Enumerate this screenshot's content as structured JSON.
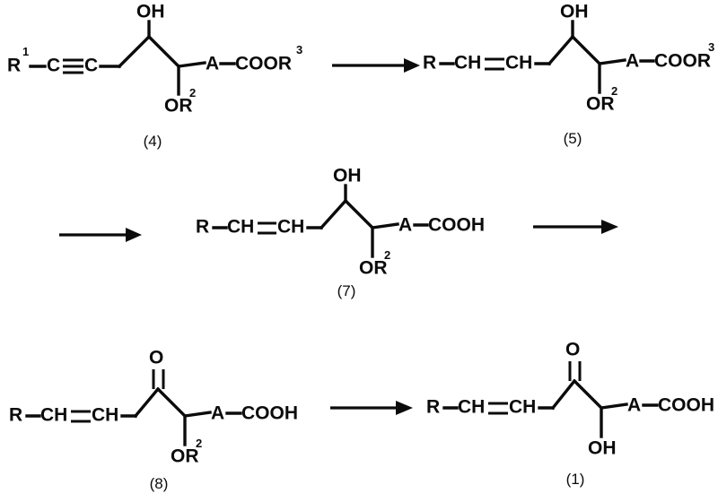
{
  "document": {
    "title": "Reaction scheme: synthesis from compound (4) to compound (1)",
    "background_color": "#ffffff",
    "ink_color": "#0b0b0b"
  },
  "chart_data": {
    "type": "diagram",
    "title": "Chemical reaction scheme",
    "subtype": "organic synthesis flow scheme",
    "rows": 3,
    "structures": [
      {
        "id": "compound-4",
        "label": "(4)",
        "row": 1,
        "position": "left",
        "left_group": "R1",
        "left_group_text": "R",
        "left_group_superscript": "1",
        "chain": [
          "C",
          "C"
        ],
        "chain_bond": "triple",
        "substituents": {
          "top": "OH",
          "bottom": "OR2",
          "bottom_text": "OR",
          "bottom_superscript": "2",
          "right_link": "A",
          "right_terminal": "COOR3",
          "right_terminal_text": "COOR",
          "right_terminal_superscript": "3"
        }
      },
      {
        "id": "compound-5",
        "label": "(5)",
        "row": 1,
        "position": "right",
        "left_group": "R",
        "left_group_text": "R",
        "left_group_superscript": "",
        "chain": [
          "CH",
          "CH"
        ],
        "chain_bond": "double",
        "substituents": {
          "top": "OH",
          "bottom": "OR2",
          "bottom_text": "OR",
          "bottom_superscript": "2",
          "right_link": "A",
          "right_terminal": "COOR3",
          "right_terminal_text": "COOR",
          "right_terminal_superscript": "3"
        }
      },
      {
        "id": "compound-7",
        "label": "(7)",
        "row": 2,
        "position": "center",
        "left_group": "R",
        "left_group_text": "R",
        "left_group_superscript": "",
        "chain": [
          "CH",
          "CH"
        ],
        "chain_bond": "double",
        "substituents": {
          "top": "OH",
          "bottom": "OR2",
          "bottom_text": "OR",
          "bottom_superscript": "2",
          "right_link": "A",
          "right_terminal": "COOH",
          "right_terminal_text": "COOH",
          "right_terminal_superscript": ""
        }
      },
      {
        "id": "compound-8",
        "label": "(8)",
        "row": 3,
        "position": "left",
        "left_group": "R",
        "left_group_text": "R",
        "left_group_superscript": "",
        "chain": [
          "CH",
          "CH"
        ],
        "chain_bond": "double",
        "substituents": {
          "top": "O",
          "top_bond": "double",
          "bottom": "OR2",
          "bottom_text": "OR",
          "bottom_superscript": "2",
          "right_link": "A",
          "right_terminal": "COOH",
          "right_terminal_text": "COOH",
          "right_terminal_superscript": ""
        }
      },
      {
        "id": "compound-1",
        "label": "(1)",
        "row": 3,
        "position": "right",
        "left_group": "R",
        "left_group_text": "R",
        "left_group_superscript": "",
        "chain": [
          "CH",
          "CH"
        ],
        "chain_bond": "double",
        "substituents": {
          "top": "O",
          "top_bond": "double",
          "bottom": "OH",
          "bottom_text": "OH",
          "bottom_superscript": "",
          "right_link": "A",
          "right_terminal": "COOH",
          "right_terminal_text": "COOH",
          "right_terminal_superscript": ""
        }
      }
    ],
    "arrows": [
      {
        "id": "arrow-4-to-5",
        "row": 1,
        "direction": "right",
        "label": ""
      },
      {
        "id": "arrow-5-to-7",
        "row": 2,
        "direction": "right",
        "label": ""
      },
      {
        "id": "arrow-7-to-8",
        "row": 2,
        "direction": "right",
        "label": ""
      },
      {
        "id": "arrow-8-to-1",
        "row": 3,
        "direction": "right",
        "label": ""
      }
    ]
  },
  "structures": {
    "c4": {
      "label": "(4)",
      "r_left": "R",
      "r_left_sup": "1",
      "c1": "C",
      "c2": "C",
      "oh": "OH",
      "or": "OR",
      "or_sup": "2",
      "a": "A",
      "terminal": "COOR",
      "terminal_sup": "3"
    },
    "c5": {
      "label": "(5)",
      "r_left": "R",
      "ch1": "CH",
      "ch2": "CH",
      "oh": "OH",
      "or": "OR",
      "or_sup": "2",
      "a": "A",
      "terminal": "COOR",
      "terminal_sup": "3"
    },
    "c7": {
      "label": "(7)",
      "r_left": "R",
      "ch1": "CH",
      "ch2": "CH",
      "oh": "OH",
      "or": "OR",
      "or_sup": "2",
      "a": "A",
      "terminal": "COOH"
    },
    "c8": {
      "label": "(8)",
      "r_left": "R",
      "ch1": "CH",
      "ch2": "CH",
      "o": "O",
      "or": "OR",
      "or_sup": "2",
      "a": "A",
      "terminal": "COOH"
    },
    "c1": {
      "label": "(1)",
      "r_left": "R",
      "ch1": "CH",
      "ch2": "CH",
      "o": "O",
      "oh": "OH",
      "a": "A",
      "terminal": "COOH"
    }
  }
}
